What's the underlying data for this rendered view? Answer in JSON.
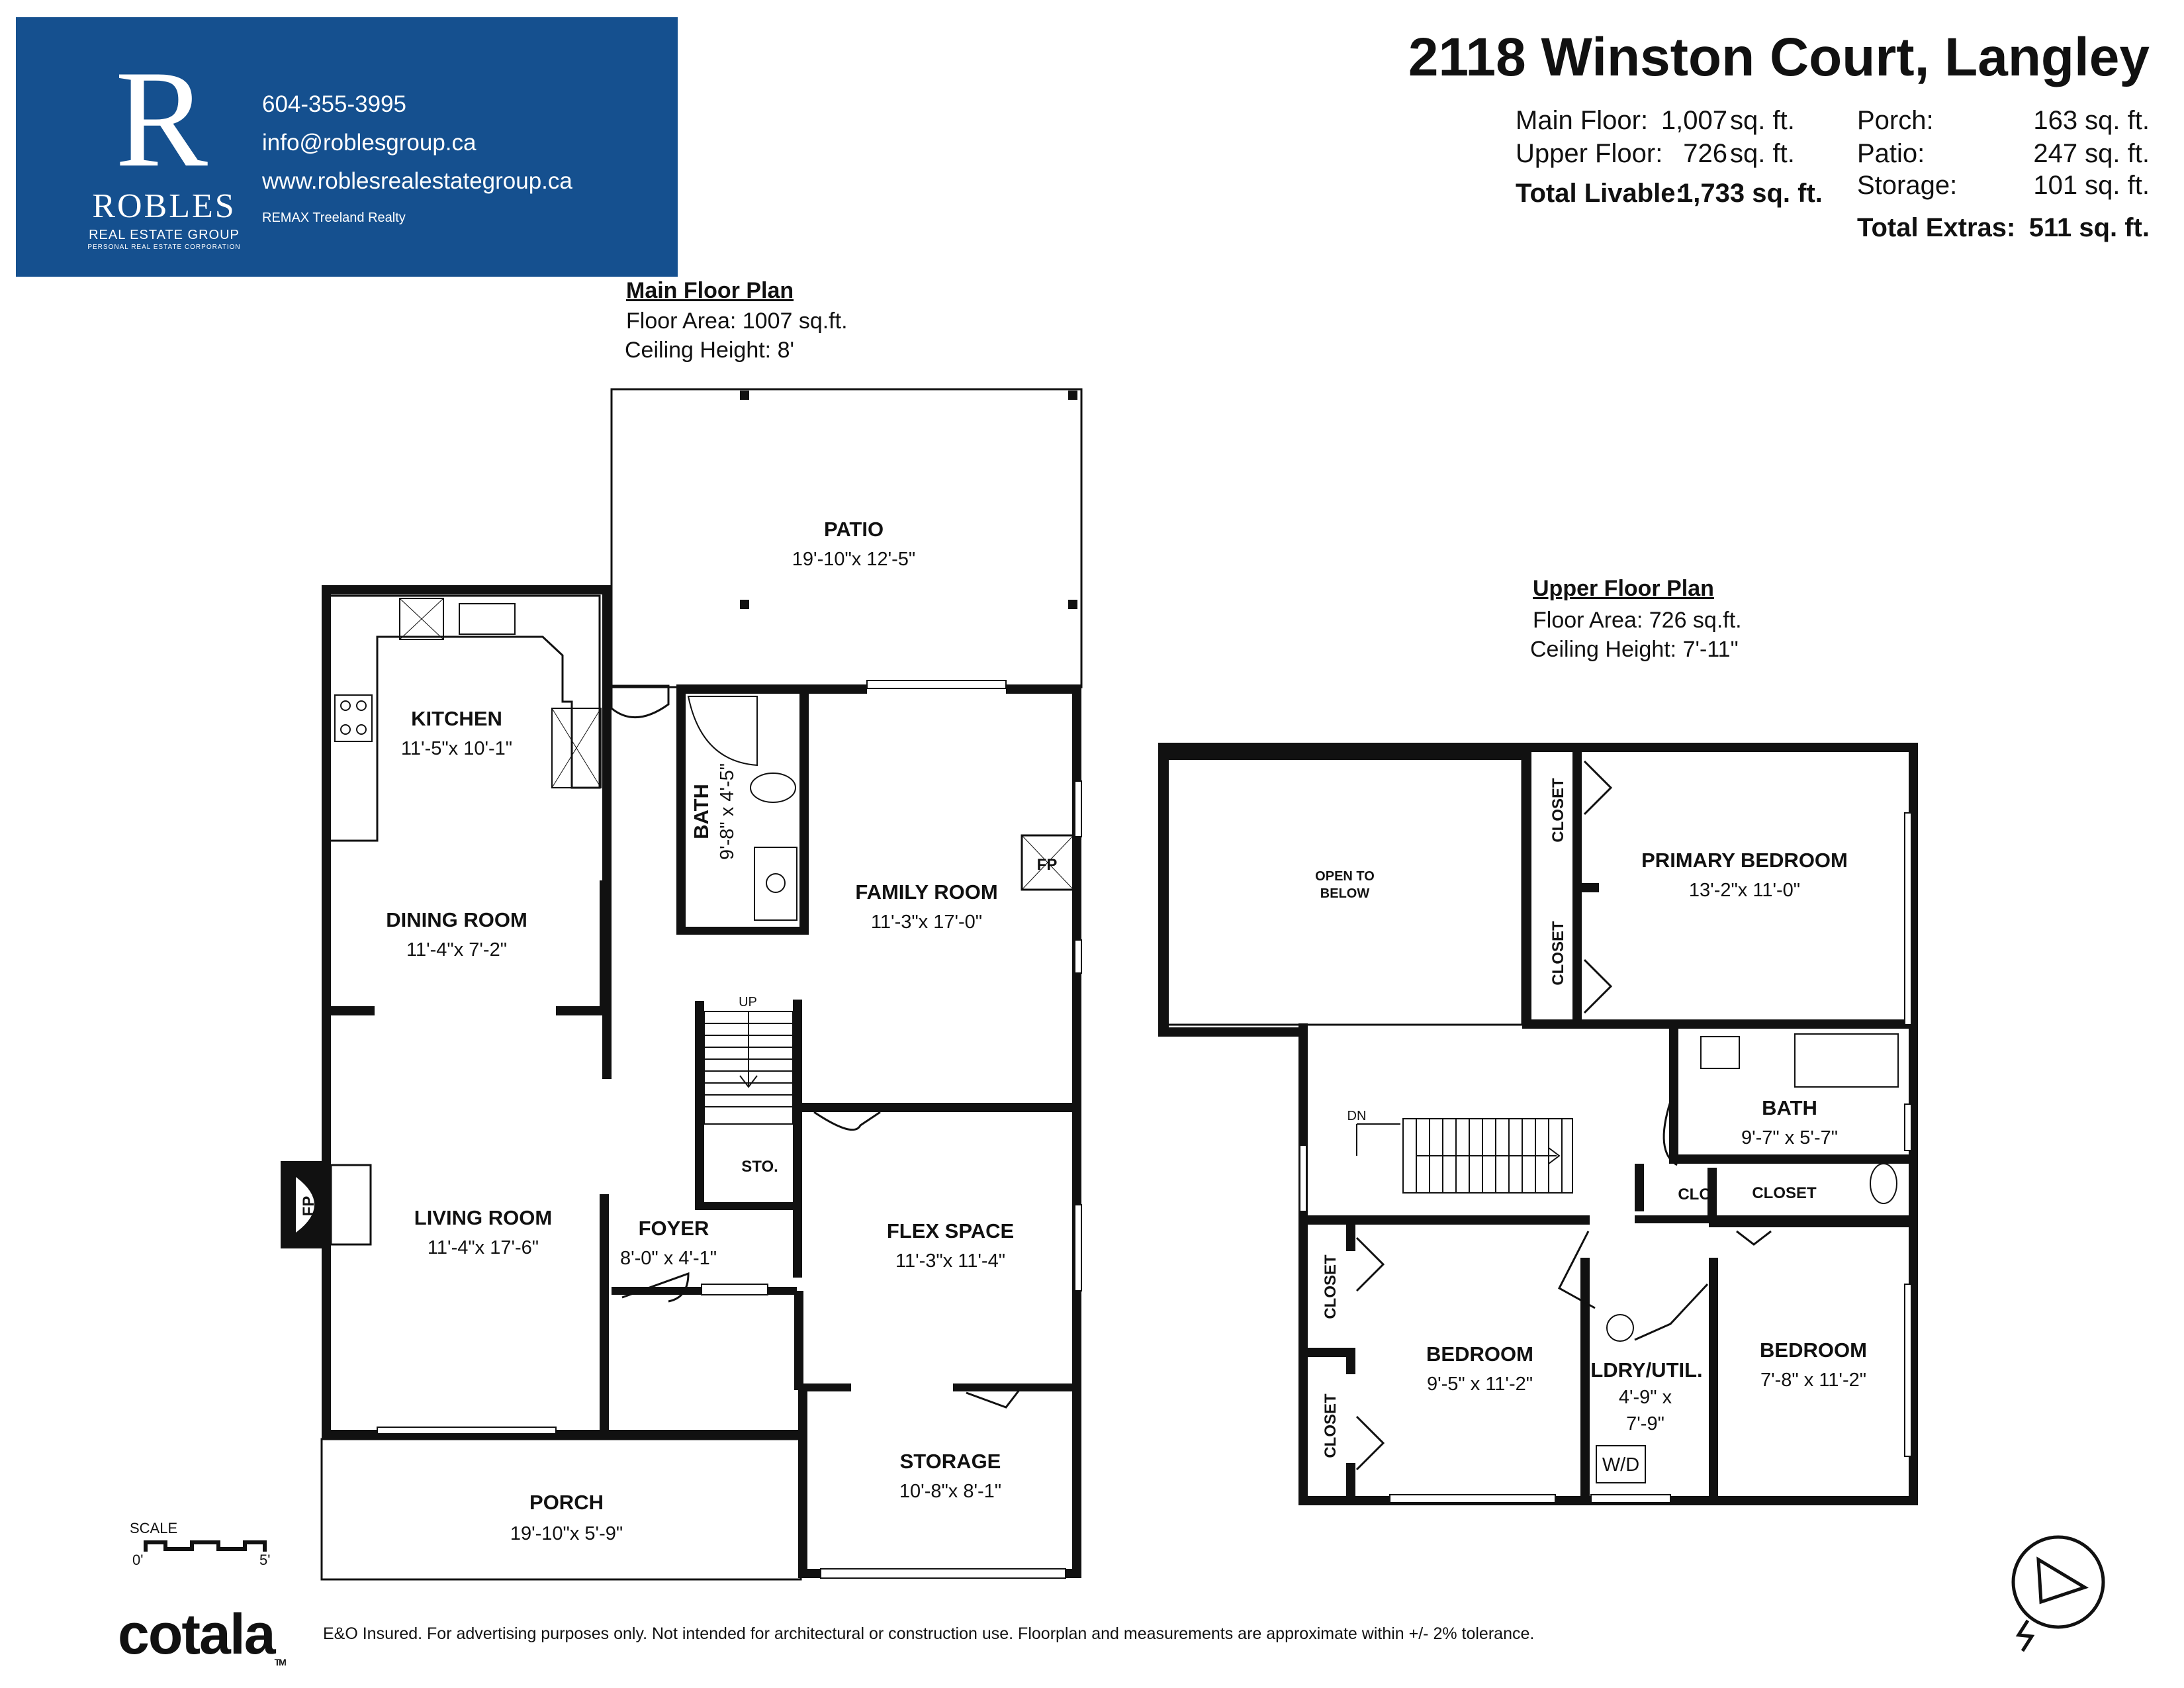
{
  "brand": {
    "logo_letter": "R",
    "name": "ROBLES",
    "subtitle": "REAL ESTATE GROUP",
    "corp": "PERSONAL REAL ESTATE CORPORATION",
    "phone": "604-355-3995",
    "email": "info@roblesgroup.ca",
    "website": "www.roblesrealestategroup.ca",
    "agency": "REMAX Treeland Realty",
    "colors": {
      "background": "#15508f",
      "text": "#ffffff"
    }
  },
  "header": {
    "address": "2118 Winston Court, Langley",
    "stats_left": [
      {
        "label": "Main Floor:",
        "value": "1,007",
        "unit": "sq. ft."
      },
      {
        "label": "Upper Floor:",
        "value": "726",
        "unit": "sq. ft."
      }
    ],
    "total_livable": {
      "label": "Total Livable:",
      "value": "1,733 sq. ft."
    },
    "stats_right": [
      {
        "label": "Porch:",
        "value": "163 sq. ft."
      },
      {
        "label": "Patio:",
        "value": "247 sq. ft."
      },
      {
        "label": "Storage:",
        "value": "101 sq. ft."
      }
    ],
    "total_extras": {
      "label": "Total Extras:",
      "value": "511 sq. ft."
    }
  },
  "main_floor": {
    "title": "Main Floor Plan",
    "area": "Floor Area: 1007 sq.ft.",
    "ceiling": "Ceiling Height: 8'",
    "rooms": {
      "patio": {
        "name": "PATIO",
        "dims": "19'-10\"x 12'-5\""
      },
      "kitchen": {
        "name": "KITCHEN",
        "dims": "11'-5\"x 10'-1\""
      },
      "bath": {
        "name": "BATH",
        "dims": "9'-8\" x 4'-5\""
      },
      "family": {
        "name": "FAMILY ROOM",
        "dims": "11'-3\"x 17'-0\""
      },
      "dining": {
        "name": "DINING ROOM",
        "dims": "11'-4\"x 7'-2\""
      },
      "living": {
        "name": "LIVING ROOM",
        "dims": "11'-4\"x 17'-6\""
      },
      "foyer": {
        "name": "FOYER",
        "dims": "8'-0\" x 4'-1\""
      },
      "sto": {
        "name": "STO."
      },
      "flex": {
        "name": "FLEX SPACE",
        "dims": "11'-3\"x 11'-4\""
      },
      "storage": {
        "name": "STORAGE",
        "dims": "10'-8\"x 8'-1\""
      },
      "porch": {
        "name": "PORCH",
        "dims": "19'-10\"x 5'-9\""
      },
      "fp1": "FP",
      "fp2": "FP",
      "up": "UP"
    }
  },
  "upper_floor": {
    "title": "Upper Floor Plan",
    "area": "Floor Area: 726 sq.ft.",
    "ceiling": "Ceiling Height: 7'-11\"",
    "rooms": {
      "open": {
        "name": "OPEN TO",
        "name2": "BELOW"
      },
      "primary": {
        "name": "PRIMARY BEDROOM",
        "dims": "13'-2\"x 11'-0\""
      },
      "closet1": "CLOSET",
      "closet2": "CLOSET",
      "bath": {
        "name": "BATH",
        "dims": "9'-7\" x 5'-7\""
      },
      "clo": "CLO.",
      "closet3": "CLOSET",
      "closet4": "CLOSET",
      "closet5": "CLOSET",
      "bedroom1": {
        "name": "BEDROOM",
        "dims": "9'-5\" x 11'-2\""
      },
      "laundry": {
        "name": "LDRY/UTIL.",
        "dims1": "4'-9\" x",
        "dims2": "7'-9\""
      },
      "bedroom2": {
        "name": "BEDROOM",
        "dims": "7'-8\" x 11'-2\""
      },
      "wd": "W/D",
      "dn": "DN"
    }
  },
  "footer": {
    "logo": "cotala",
    "tm": "TM",
    "disclaimer": "E&O Insured. For advertising purposes only. Not intended for architectural or construction use. Floorplan and measurements are approximate within +/- 2% tolerance.",
    "scale_label": "SCALE",
    "scale_min": "0'",
    "scale_max": "5'"
  }
}
